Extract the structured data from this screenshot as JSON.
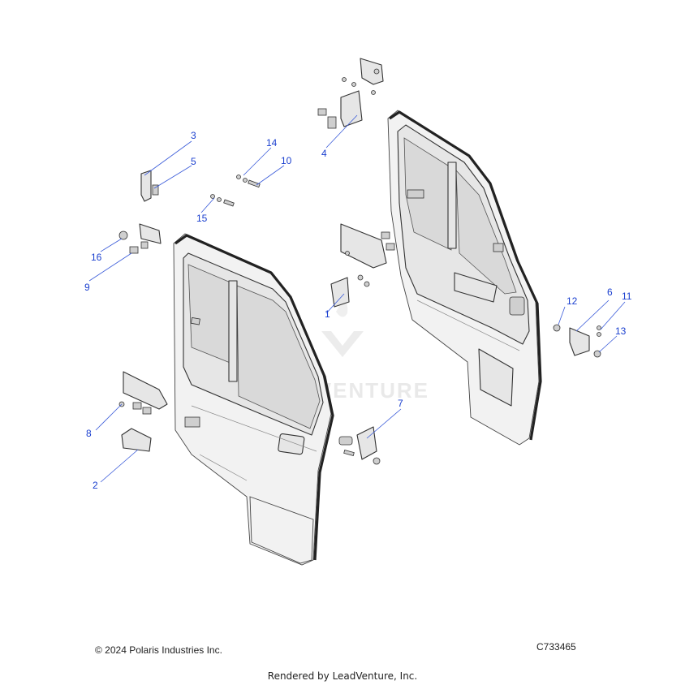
{
  "watermark": "LEADVENTURE",
  "callouts": [
    {
      "id": "1",
      "label": "1"
    },
    {
      "id": "2",
      "label": "2"
    },
    {
      "id": "3",
      "label": "3"
    },
    {
      "id": "4",
      "label": "4"
    },
    {
      "id": "5",
      "label": "5"
    },
    {
      "id": "6",
      "label": "6"
    },
    {
      "id": "7",
      "label": "7"
    },
    {
      "id": "8",
      "label": "8"
    },
    {
      "id": "9",
      "label": "9"
    },
    {
      "id": "10",
      "label": "10"
    },
    {
      "id": "11",
      "label": "11"
    },
    {
      "id": "12",
      "label": "12"
    },
    {
      "id": "13",
      "label": "13"
    },
    {
      "id": "14",
      "label": "14"
    },
    {
      "id": "15",
      "label": "15"
    },
    {
      "id": "16",
      "label": "16"
    }
  ],
  "footer": {
    "copyright": "© 2024 Polaris Industries Inc.",
    "diagram_code": "C733465",
    "rendered_by": "Rendered by LeadVenture, Inc."
  }
}
